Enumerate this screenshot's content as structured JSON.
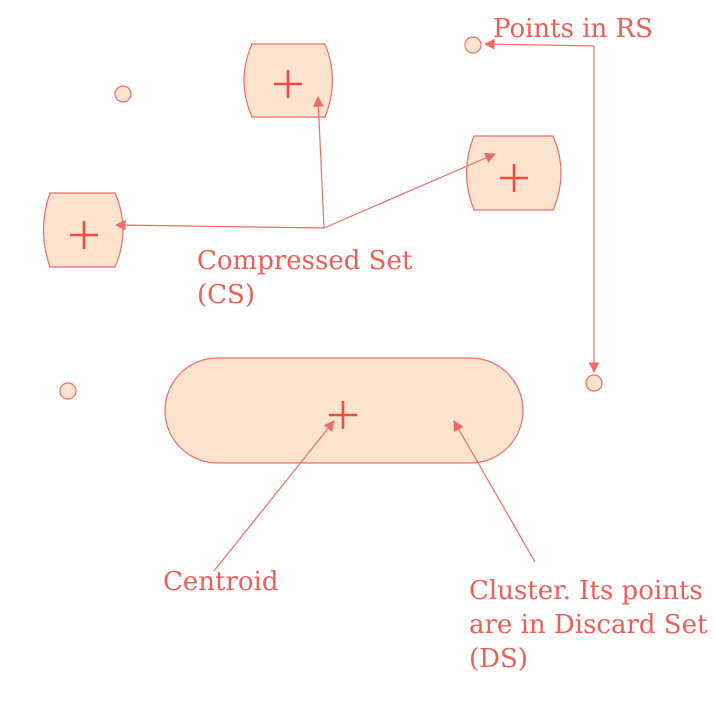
{
  "labels": {
    "points_in_rs": "Points in RS",
    "compressed_set_line1": "Compressed Set",
    "compressed_set_line2": "(CS)",
    "centroid": "Centroid",
    "cluster_line1": "Cluster. Its points",
    "cluster_line2": "are in Discard Set",
    "cluster_line3": "(DS)"
  },
  "colors": {
    "fill": "#fce3cd",
    "stroke": "#f06b68",
    "text": "#f05c56",
    "plus": "#f24a45"
  }
}
